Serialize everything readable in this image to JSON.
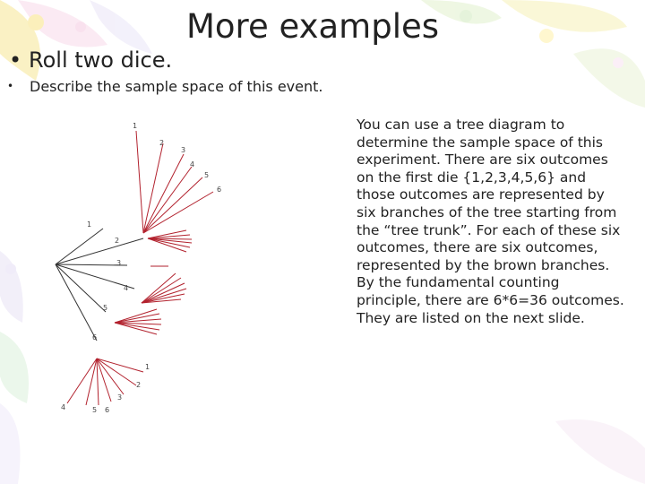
{
  "slide": {
    "title": "More examples",
    "bullets": [
      {
        "marker": "•",
        "text": "Roll two dice."
      },
      {
        "marker": "•",
        "text": "Describe the sample space of this event."
      }
    ],
    "explanation": "You can use a tree diagram to determine the sample space of this experiment. There are six outcomes on the first die {1,2,3,4,5,6} and those outcomes are represented by six branches of the tree starting from the “tree trunk”. For each of these six outcomes, there are six outcomes, represented by the brown branches. By the fundamental counting principle, there are 6*6=36 outcomes. They are listed on the next slide."
  },
  "tree": {
    "branch_color": "#b2222e",
    "trunk_color": "#333333",
    "first_die_labels": [
      "1",
      "2",
      "3",
      "4",
      "5",
      "6"
    ],
    "second_die_labels_top": [
      "1",
      "2",
      "3",
      "4",
      "5",
      "6"
    ],
    "second_die_labels_bottom": [
      "1",
      "2",
      "3",
      "4",
      "5",
      "6"
    ]
  }
}
